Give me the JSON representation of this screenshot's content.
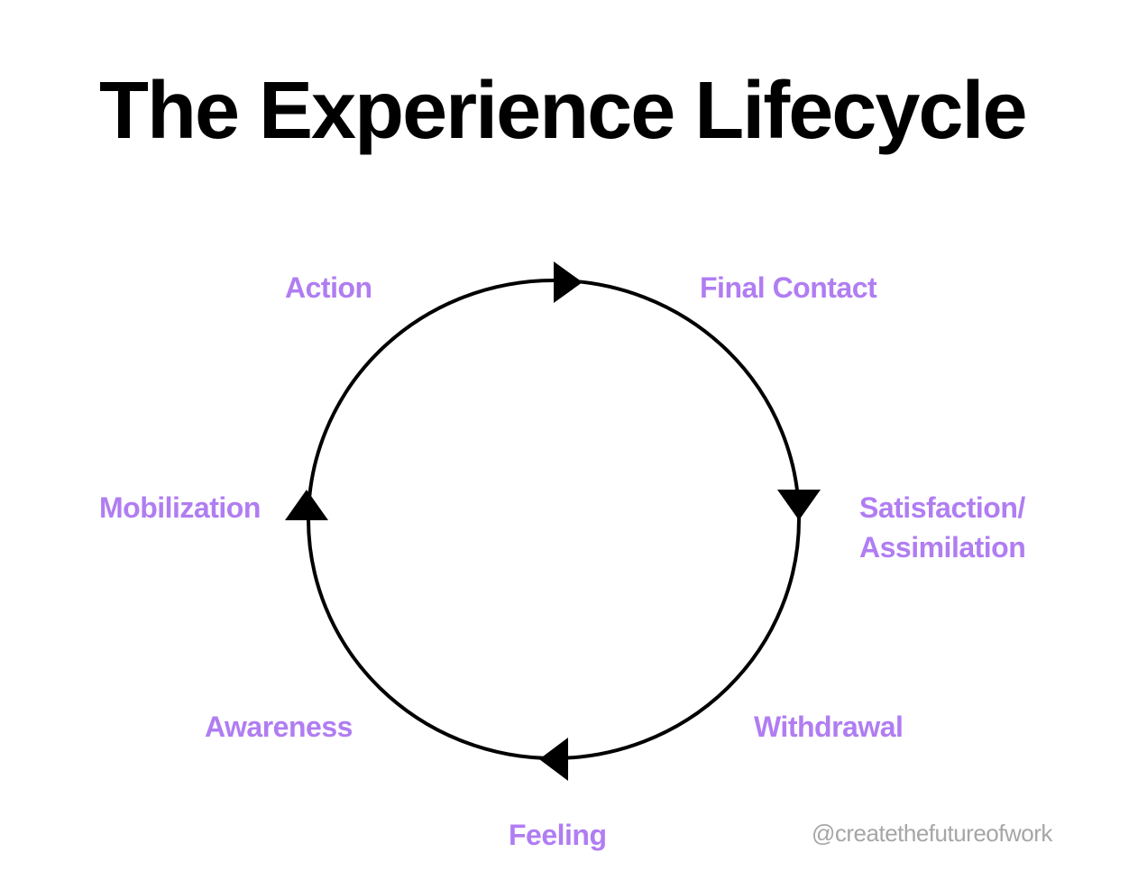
{
  "title": "The Experience Lifecycle",
  "stages": {
    "action": "Action",
    "final_contact": "Final Contact",
    "satisfaction_line1": "Satisfaction/",
    "satisfaction_line2": "Assimilation",
    "withdrawal": "Withdrawal",
    "feeling": "Feeling",
    "awareness": "Awareness",
    "mobilization": "Mobilization"
  },
  "credit": "@createthefutureofwork",
  "colors": {
    "title": "#000000",
    "label": "#b07df2",
    "credit": "#a6a6a6",
    "cycle": "#000000"
  }
}
